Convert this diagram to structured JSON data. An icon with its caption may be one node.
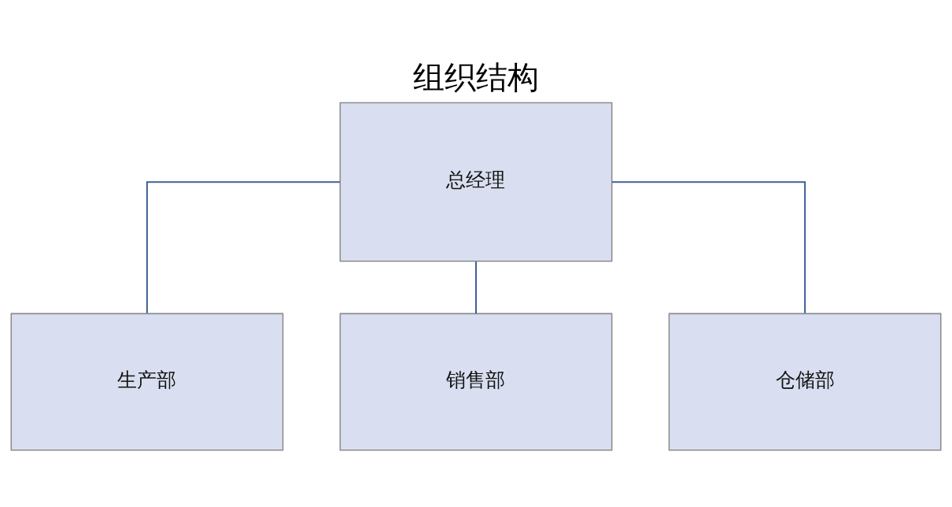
{
  "diagram": {
    "title": "组织结构",
    "nodes": [
      {
        "text": [
          "总经理"
        ]
      },
      {
        "text": [
          "生产部"
        ]
      },
      {
        "text": [
          "销售部"
        ]
      },
      {
        "text": [
          "仓储部"
        ]
      }
    ],
    "edges": [
      {
        "from": 0,
        "to": 1,
        "arrow": "none"
      },
      {
        "from": 0,
        "to": 2,
        "arrow": "none"
      },
      {
        "from": 0,
        "to": 3,
        "arrow": "none"
      }
    ]
  }
}
